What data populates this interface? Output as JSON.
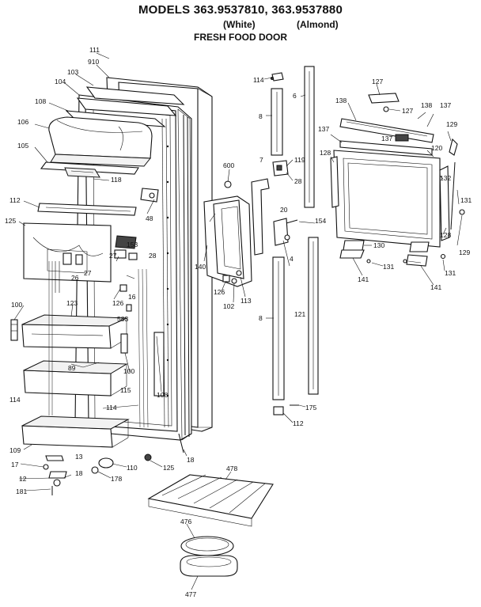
{
  "header": {
    "title": "MODELS 363.9537810, 363.9537880",
    "white": "(White)",
    "almond": "(Almond)",
    "subtitle": "FRESH FOOD DOOR"
  },
  "callouts": {
    "c111": "111",
    "c910": "910",
    "c103": "103",
    "c104": "104",
    "c108": "108",
    "c106": "106",
    "c105": "105",
    "c118": "118",
    "c112": "112",
    "c125": "125",
    "c48": "48",
    "c153": "153",
    "c27a": "27",
    "c28a": "28",
    "c26": "26",
    "c27b": "27",
    "c100a": "100",
    "c123": "123",
    "c126a": "126",
    "c16": "16",
    "c583": "583",
    "c89": "89",
    "c100b": "100",
    "c114a": "114",
    "c115": "115",
    "c108b": "108",
    "c114b": "114",
    "c109": "109",
    "c13": "13",
    "c17": "17",
    "c18a": "18",
    "c12": "12",
    "c178": "178",
    "c110": "110",
    "c181": "181",
    "c125b": "125",
    "c18b": "18",
    "c600": "600",
    "c140": "140",
    "c126b": "126",
    "c102": "102",
    "c113": "113",
    "c114c": "114",
    "c8a": "8",
    "c7": "7",
    "c119": "119",
    "c28b": "28",
    "c20": "20",
    "c154": "154",
    "c4": "4",
    "c8b": "8",
    "c121": "121",
    "c175": "175",
    "c112b": "112",
    "c6": "6",
    "c127a": "127",
    "c127b": "127",
    "c138a": "138",
    "c138b": "138",
    "c137a": "137",
    "c137b": "137",
    "c137c": "137",
    "c129a": "129",
    "c120": "120",
    "c128a": "128",
    "c132": "132",
    "c131a": "131",
    "c128b": "128",
    "c129b": "129",
    "c130": "130",
    "c131b": "131",
    "c131c": "131",
    "c141a": "141",
    "c141b": "141",
    "c478": "478",
    "c476": "476",
    "c477": "477"
  }
}
